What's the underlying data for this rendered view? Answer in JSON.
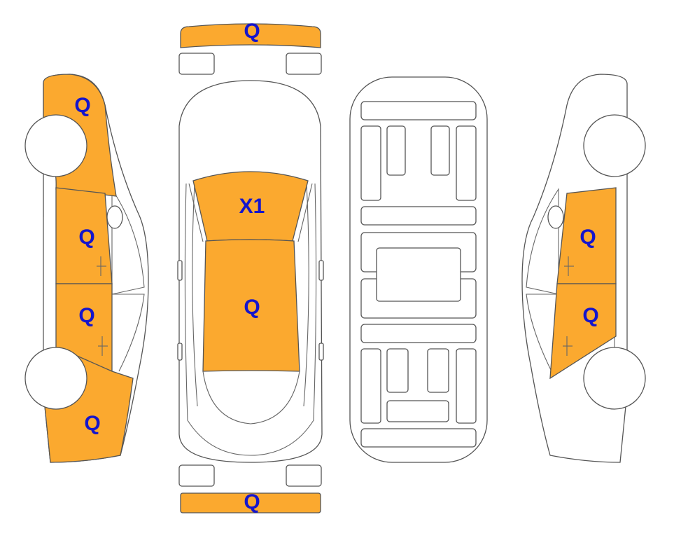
{
  "colors": {
    "damaged_fill": "#FBA92F",
    "label_text": "#1515CC",
    "outline": "#555555",
    "background": "#FFFFFF"
  },
  "labels": {
    "front_bumper": "Q",
    "hood": "X1",
    "roof": "Q",
    "rear_bumper": "Q",
    "left_front_fender": "Q",
    "left_front_door": "Q",
    "left_rear_door": "Q",
    "left_rear_quarter": "Q",
    "right_front_door": "Q",
    "right_rear_door": "Q"
  }
}
